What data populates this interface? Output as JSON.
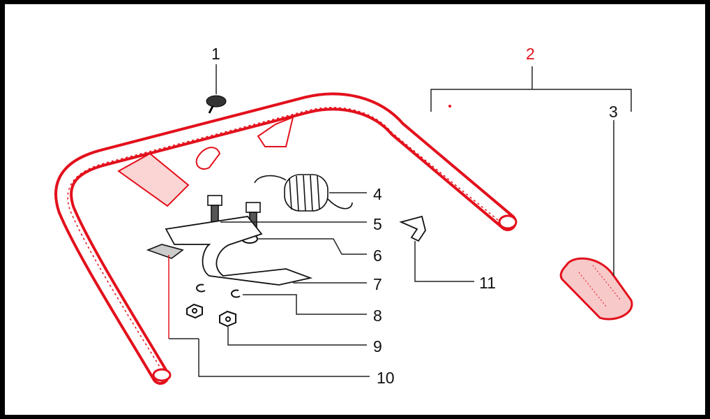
{
  "diagram": {
    "accent_color": "#e3101c",
    "callouts": [
      {
        "id": "1",
        "highlighted": false
      },
      {
        "id": "2",
        "highlighted": true
      },
      {
        "id": "3",
        "highlighted": false
      },
      {
        "id": "4",
        "highlighted": false
      },
      {
        "id": "5",
        "highlighted": false
      },
      {
        "id": "6",
        "highlighted": false
      },
      {
        "id": "7",
        "highlighted": false
      },
      {
        "id": "8",
        "highlighted": false
      },
      {
        "id": "9",
        "highlighted": false
      },
      {
        "id": "10",
        "highlighted": false
      },
      {
        "id": "11",
        "highlighted": false
      }
    ]
  }
}
